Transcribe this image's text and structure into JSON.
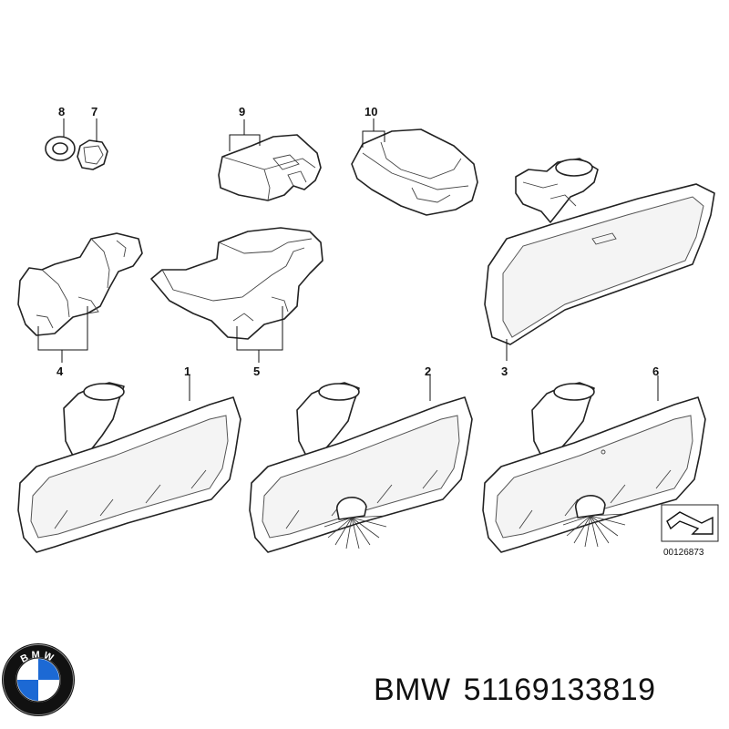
{
  "diagram": {
    "callouts": {
      "c1": "1",
      "c2": "2",
      "c3": "3",
      "c4": "4",
      "c5": "5",
      "c6": "6",
      "c7": "7",
      "c8": "8",
      "c9": "9",
      "c10": "10"
    },
    "reference_number": "00126873"
  },
  "caption": {
    "brand": "BMW",
    "part_number": "51169133819"
  },
  "logo": {
    "name": "bmw-roundel",
    "lettering": "BMW",
    "colors": {
      "blue": "#1c69d4",
      "white": "#ffffff",
      "ring": "#111111"
    }
  }
}
